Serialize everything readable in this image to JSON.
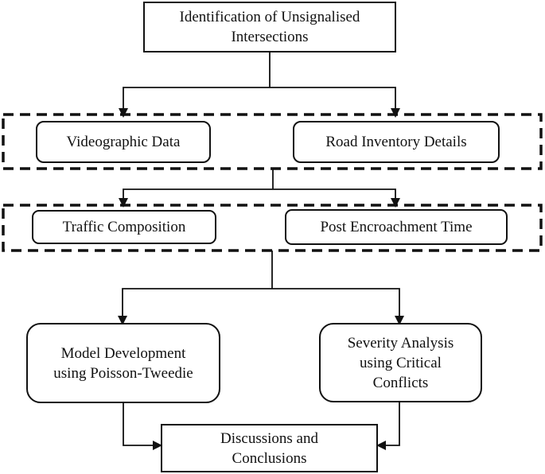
{
  "title": "Methodology flowchart",
  "colors": {
    "ink": "#000000",
    "paper": "#ffffff"
  },
  "nodes": {
    "identification": {
      "lines": [
        "Identification of Unsignalised",
        "Intersections"
      ]
    },
    "videographic": {
      "label": "Videographic Data"
    },
    "road_inventory": {
      "label": "Road Inventory Details"
    },
    "traffic": {
      "label": "Traffic Composition"
    },
    "pet": {
      "label": "Post Encroachment Time"
    },
    "model": {
      "lines": [
        "Model Development",
        "using Poisson-Tweedie"
      ]
    },
    "severity": {
      "lines": [
        "Severity Analysis",
        "using Critical",
        "Conflicts"
      ]
    },
    "discussions": {
      "lines": [
        "Discussions and",
        "Conclusions"
      ]
    }
  },
  "containers": {
    "data_collection_band": "dashed",
    "data_extraction_band": "dashed"
  }
}
